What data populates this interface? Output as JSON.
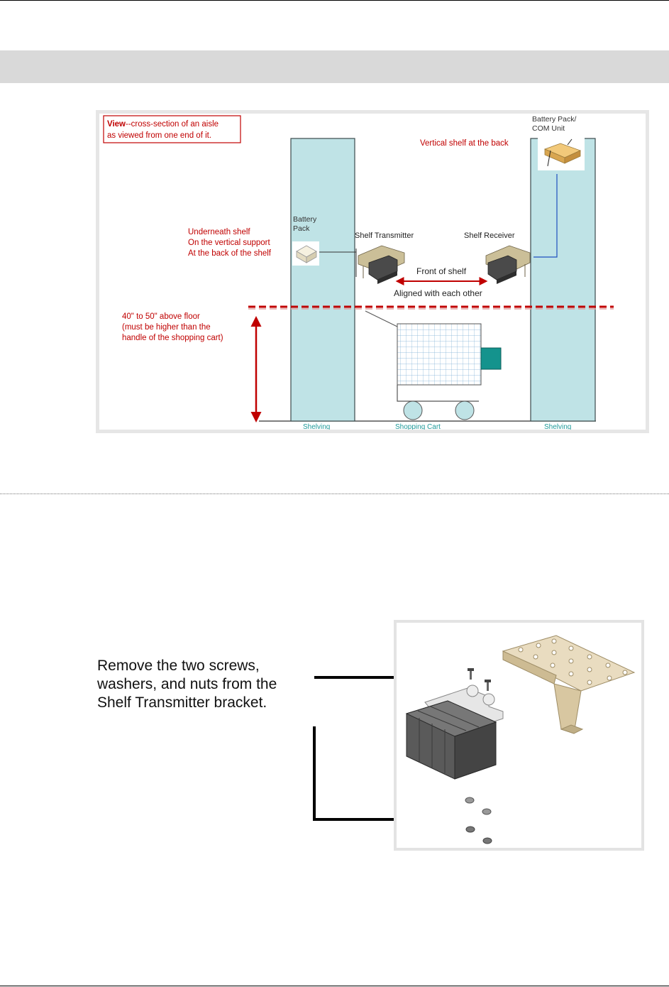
{
  "figure1": {
    "view_box": {
      "lead": "View",
      "rest_line1": "--cross-section of an aisle",
      "line2": "as viewed from one end of it."
    },
    "battery_com": {
      "line1": "Battery Pack/",
      "line2": "COM Unit"
    },
    "vertical_shelf_back": "Vertical shelf at the back",
    "battery_pack": {
      "line1": "Battery",
      "line2": "Pack"
    },
    "underneath": {
      "line1": "Underneath shelf",
      "line2": "On the vertical support",
      "line3": "At the back of the shelf"
    },
    "shelf_transmitter": "Shelf Transmitter",
    "shelf_receiver": "Shelf Receiver",
    "front_of_shelf": "Front of shelf",
    "aligned": "Aligned with each other",
    "height_note": {
      "line1": "40\" to 50\" above floor",
      "line2": "(must be higher than the",
      "line3": "handle of the shopping cart)"
    },
    "shelving_left": "Shelving",
    "shopping_cart": "Shopping Cart",
    "shelving_right": "Shelving",
    "colors": {
      "shelf_fill": "#bfe3e6",
      "red_text": "#c00000",
      "teal_label": "#1f9a9a",
      "cart_handle": "#14938d",
      "wire": "#1f4fbf"
    }
  },
  "figure2": {
    "callout_line1": "Remove the two screws,",
    "callout_line2": "washers, and nuts from the",
    "callout_line3": "Shelf Transmitter bracket."
  }
}
